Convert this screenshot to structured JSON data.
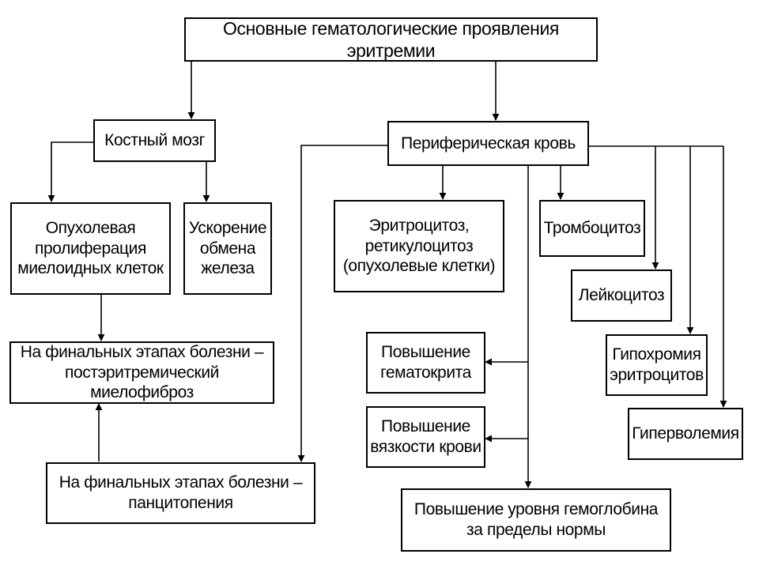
{
  "diagram": {
    "title": "Основные гематологические проявления эритремии",
    "bone_marrow": "Костный мозг",
    "peripheral_blood": "Периферическая кровь",
    "tumor_proliferation": "Опухолевая\nпролиферация\nмиелоидных клеток",
    "iron_metabolism": "Ускорение\nобмена\nжелеза",
    "myelofibrosis": "На финальных этапах болезни –\nпостэритремический миелофиброз",
    "pancytopenia": "На финальных этапах болезни –\nпанцитопения",
    "erythrocytosis": "Эритроцитоз,\nретикулоцитоз\n(опухолевые клетки)",
    "thrombocytosis": "Тромбоцитоз",
    "leukocytosis": "Лейкоцитоз",
    "hypochromia": "Гипохромия\nэритроцитов",
    "hypervolemia": "Гиперволемия",
    "hematocrit": "Повышение\nгематокрита",
    "viscosity": "Повышение\nвязкости крови",
    "hemoglobin": "Повышение уровня гемоглобина\nза пределы нормы"
  }
}
